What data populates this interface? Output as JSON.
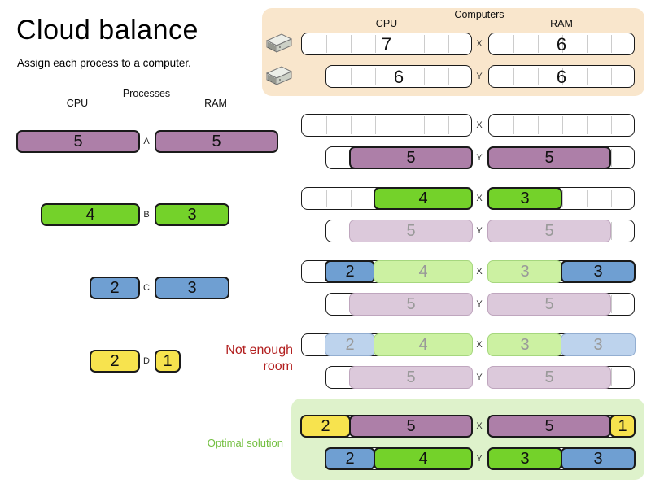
{
  "title": "Cloud balance",
  "subtitle": "Assign each process to a computer.",
  "process_panel": {
    "header": "Processes",
    "cpu_header": "CPU",
    "ram_header": "RAM"
  },
  "computers_panel": {
    "header": "Computers",
    "cpu_header": "CPU",
    "ram_header": "RAM",
    "computers": [
      {
        "id": "X",
        "cpu": 7,
        "ram": 6
      },
      {
        "id": "Y",
        "cpu": 6,
        "ram": 6
      }
    ]
  },
  "processes": [
    {
      "id": "A",
      "cpu": 5,
      "ram": 5,
      "color": "#AD7FA8",
      "faded_color": "#DCC9DB",
      "faded_border": "#BFA6BE"
    },
    {
      "id": "B",
      "cpu": 4,
      "ram": 3,
      "color": "#74D22A",
      "faded_color": "#CCF1A2",
      "faded_border": "#A6D77E"
    },
    {
      "id": "C",
      "cpu": 2,
      "ram": 3,
      "color": "#6F9FD2",
      "faded_color": "#BDD3ED",
      "faded_border": "#93AED1"
    },
    {
      "id": "D",
      "cpu": 2,
      "ram": 1,
      "color": "#F7E34E"
    }
  ],
  "steps": [
    {
      "rows": [
        {
          "computer": "X",
          "cpu": [],
          "ram": []
        },
        {
          "computer": "Y",
          "cpu": [
            {
              "process": "A",
              "value": 5,
              "state": "active"
            }
          ],
          "ram": [
            {
              "process": "A",
              "value": 5,
              "state": "active"
            }
          ]
        }
      ]
    },
    {
      "rows": [
        {
          "computer": "X",
          "cpu": [
            {
              "process": "B",
              "value": 4,
              "state": "active"
            }
          ],
          "ram": [
            {
              "process": "B",
              "value": 3,
              "state": "active"
            }
          ]
        },
        {
          "computer": "Y",
          "cpu": [
            {
              "process": "A",
              "value": 5,
              "state": "faded"
            }
          ],
          "ram": [
            {
              "process": "A",
              "value": 5,
              "state": "faded"
            }
          ]
        }
      ]
    },
    {
      "rows": [
        {
          "computer": "X",
          "cpu": [
            {
              "process": "C",
              "value": 2,
              "state": "active"
            },
            {
              "process": "B",
              "value": 4,
              "state": "faded"
            }
          ],
          "ram": [
            {
              "process": "B",
              "value": 3,
              "state": "faded"
            },
            {
              "process": "C",
              "value": 3,
              "state": "active"
            }
          ]
        },
        {
          "computer": "Y",
          "cpu": [
            {
              "process": "A",
              "value": 5,
              "state": "faded"
            }
          ],
          "ram": [
            {
              "process": "A",
              "value": 5,
              "state": "faded"
            }
          ]
        }
      ]
    },
    {
      "rows": [
        {
          "computer": "X",
          "cpu": [
            {
              "process": "C",
              "value": 2,
              "state": "faded"
            },
            {
              "process": "B",
              "value": 4,
              "state": "faded"
            }
          ],
          "ram": [
            {
              "process": "B",
              "value": 3,
              "state": "faded"
            },
            {
              "process": "C",
              "value": 3,
              "state": "faded"
            }
          ]
        },
        {
          "computer": "Y",
          "cpu": [
            {
              "process": "A",
              "value": 5,
              "state": "faded"
            }
          ],
          "ram": [
            {
              "process": "A",
              "value": 5,
              "state": "faded"
            }
          ]
        }
      ]
    },
    {
      "optimal": true,
      "rows": [
        {
          "computer": "X",
          "cpu": [
            {
              "process": "D",
              "value": 2,
              "state": "active"
            },
            {
              "process": "A",
              "value": 5,
              "state": "active"
            }
          ],
          "ram": [
            {
              "process": "A",
              "value": 5,
              "state": "active"
            },
            {
              "process": "D",
              "value": 1,
              "state": "active"
            }
          ]
        },
        {
          "computer": "Y",
          "cpu": [
            {
              "process": "C",
              "value": 2,
              "state": "active"
            },
            {
              "process": "B",
              "value": 4,
              "state": "active"
            }
          ],
          "ram": [
            {
              "process": "B",
              "value": 3,
              "state": "active"
            },
            {
              "process": "C",
              "value": 3,
              "state": "active"
            }
          ]
        }
      ]
    }
  ],
  "annotations": {
    "not_enough_room": "Not enough\nroom",
    "optimal_solution": "Optimal solution"
  },
  "colors": {
    "computers_panel_bg": "#F9E6CC",
    "optimal_panel_bg": "#DEF2CB",
    "not_enough_room_text": "#B21E1E",
    "optimal_solution_text": "#73BF40",
    "faded_number_text": "#999999",
    "grid_line": "#CCCCCC"
  }
}
